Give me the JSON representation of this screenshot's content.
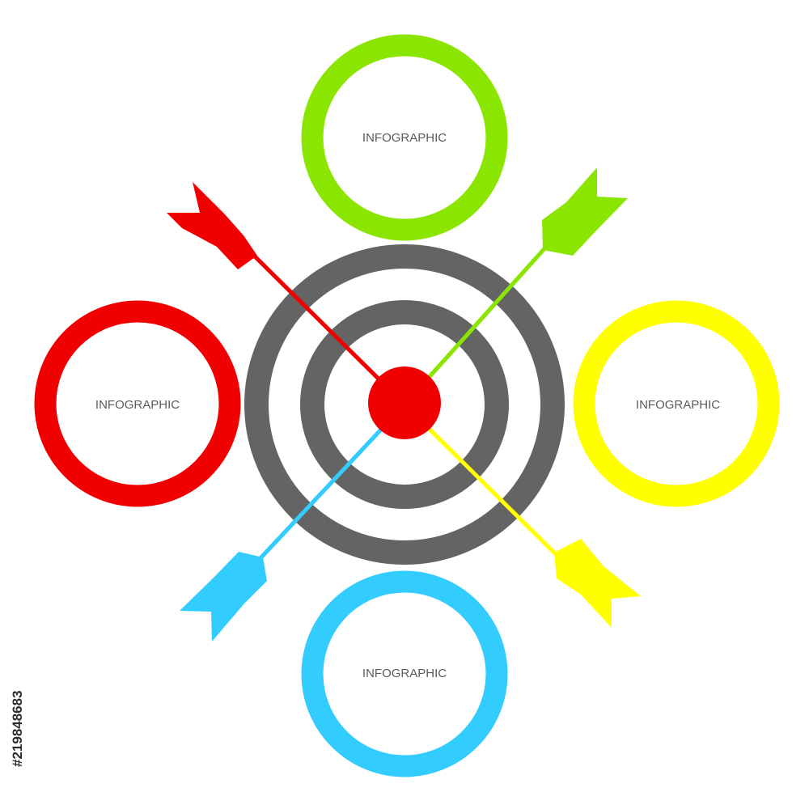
{
  "colors": {
    "green": "#8ae600",
    "red": "#f00000",
    "yellow": "#ffff00",
    "blue": "#33ccff",
    "target_gray": "#646464",
    "bullseye": "#f00000",
    "label_text": "#5a5a5a",
    "background": "#ffffff"
  },
  "circles": {
    "top": {
      "label": "INFOGRAPHIC",
      "color": "green"
    },
    "left": {
      "label": "INFOGRAPHIC",
      "color": "red"
    },
    "right": {
      "label": "INFOGRAPHIC",
      "color": "yellow"
    },
    "bottom": {
      "label": "INFOGRAPHIC",
      "color": "blue"
    }
  },
  "arrows": [
    {
      "name": "red-arrow",
      "color": "red",
      "direction": "top-left"
    },
    {
      "name": "green-arrow",
      "color": "green",
      "direction": "top-right"
    },
    {
      "name": "yellow-arrow",
      "color": "yellow",
      "direction": "bottom-right"
    },
    {
      "name": "blue-arrow",
      "color": "blue",
      "direction": "bottom-left"
    }
  ],
  "target": {
    "rings": 2,
    "bullseye": true
  },
  "stock_id": "#219848683"
}
